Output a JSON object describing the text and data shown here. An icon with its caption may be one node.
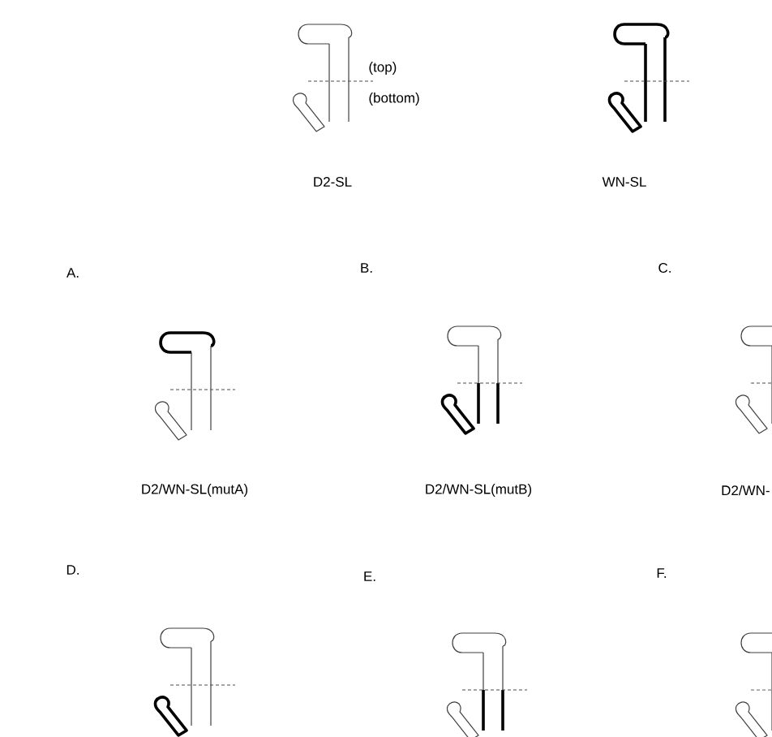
{
  "diagram": {
    "labels": [
      "(top)",
      "(bottom)",
      "D2-SL",
      "WN-SL",
      "A.",
      "B.",
      "C.",
      "D2/WN-SL(mutA)",
      "D2/WN-SL(mutB)",
      "D2/WN-",
      "D.",
      "E.",
      "F."
    ]
  }
}
